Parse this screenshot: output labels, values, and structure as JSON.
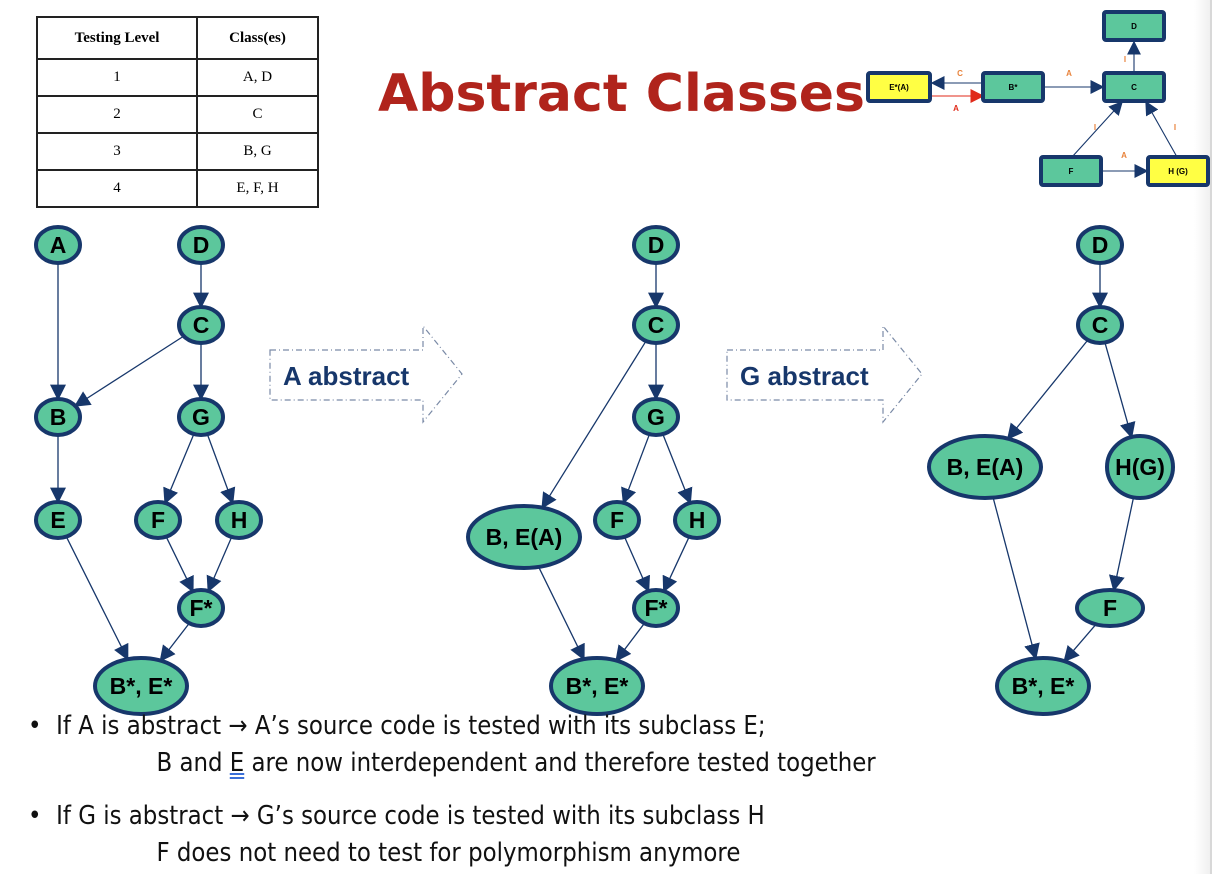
{
  "title": "Abstract Classes",
  "colors": {
    "title": "#b0241c",
    "node_fill": "#5cc79c",
    "node_stroke": "#17376b",
    "edge": "#17376b",
    "highlight_fill": "#ffff44",
    "label_orange": "#e8823a",
    "arrow_red": "#e02a1a"
  },
  "table": {
    "headers": [
      "Testing Level",
      "Class(es)"
    ],
    "rows": [
      {
        "level": "1",
        "classes": "A, D"
      },
      {
        "level": "2",
        "classes": "C"
      },
      {
        "level": "3",
        "classes": "B, G"
      },
      {
        "level": "4",
        "classes": "E, F, H"
      }
    ]
  },
  "mini_diagram": {
    "nodes": [
      {
        "id": "D",
        "label": "D",
        "highlight": false
      },
      {
        "id": "E",
        "label": "E*(A)",
        "highlight": true
      },
      {
        "id": "B",
        "label": "B*",
        "highlight": false
      },
      {
        "id": "C",
        "label": "C",
        "highlight": false
      },
      {
        "id": "F",
        "label": "F",
        "highlight": false
      },
      {
        "id": "H",
        "label": "H (G)",
        "highlight": true
      }
    ],
    "edge_labels": {
      "b_to_e": "C",
      "e_to_b": "A",
      "b_to_c": "A",
      "c_to_d": "I",
      "f_to_c": "I",
      "h_to_c": "I",
      "f_to_h": "A"
    }
  },
  "transitions": [
    {
      "label": "A abstract"
    },
    {
      "label": "G abstract"
    }
  ],
  "graphs": [
    {
      "name": "original",
      "nodes": {
        "A": "A",
        "D": "D",
        "C": "C",
        "B": "B",
        "G": "G",
        "E": "E",
        "F": "F",
        "H": "H",
        "Fs": "F*",
        "BE": "B*, E*"
      },
      "edges": [
        [
          "A",
          "B"
        ],
        [
          "D",
          "C"
        ],
        [
          "C",
          "B"
        ],
        [
          "C",
          "G"
        ],
        [
          "B",
          "E"
        ],
        [
          "G",
          "F"
        ],
        [
          "G",
          "H"
        ],
        [
          "F",
          "Fs"
        ],
        [
          "H",
          "Fs"
        ],
        [
          "E",
          "BE"
        ],
        [
          "Fs",
          "BE"
        ]
      ]
    },
    {
      "name": "a-abstract",
      "nodes": {
        "D": "D",
        "C": "C",
        "G": "G",
        "BEA": "B, E(A)",
        "F": "F",
        "H": "H",
        "Fs": "F*",
        "BE": "B*, E*"
      },
      "edges": [
        [
          "D",
          "C"
        ],
        [
          "C",
          "G"
        ],
        [
          "C",
          "BEA"
        ],
        [
          "G",
          "F"
        ],
        [
          "G",
          "H"
        ],
        [
          "F",
          "Fs"
        ],
        [
          "H",
          "Fs"
        ],
        [
          "BEA",
          "BE"
        ],
        [
          "Fs",
          "BE"
        ]
      ]
    },
    {
      "name": "g-abstract",
      "nodes": {
        "D": "D",
        "C": "C",
        "BEA": "B, E(A)",
        "HG": "H(G)",
        "F": "F",
        "BE": "B*, E*"
      },
      "edges": [
        [
          "D",
          "C"
        ],
        [
          "C",
          "BEA"
        ],
        [
          "C",
          "HG"
        ],
        [
          "HG",
          "F"
        ],
        [
          "BEA",
          "BE"
        ],
        [
          "F",
          "BE"
        ]
      ]
    }
  ],
  "bullets": [
    {
      "main_before": "If A is abstract ",
      "arrow": "→",
      "main_after": " A’s source code is tested with its subclass E;",
      "sub_before": "B and ",
      "sub_underlined": "E",
      "sub_after": " are now interdependent and therefore tested together"
    },
    {
      "main_before": "If G is abstract ",
      "arrow": "→",
      "main_after": " G’s source code is tested with its subclass H",
      "sub_before": "F does not need to test for polymorphism anymore",
      "sub_underlined": "",
      "sub_after": ""
    }
  ],
  "bullet_glyph": "•"
}
